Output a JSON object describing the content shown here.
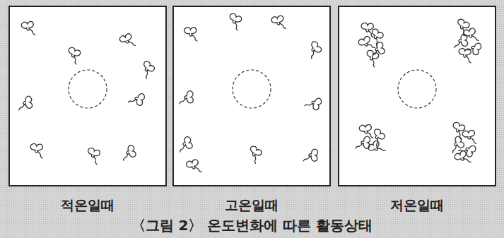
{
  "diagram": {
    "caption": "〈그림 2〉 온도변화에 따른 활동상태",
    "nodes": [
      {
        "text": [
          "적온일때"
        ]
      },
      {
        "text": [
          "고온일때"
        ]
      },
      {
        "text": [
          "저온일때"
        ]
      }
    ]
  }
}
